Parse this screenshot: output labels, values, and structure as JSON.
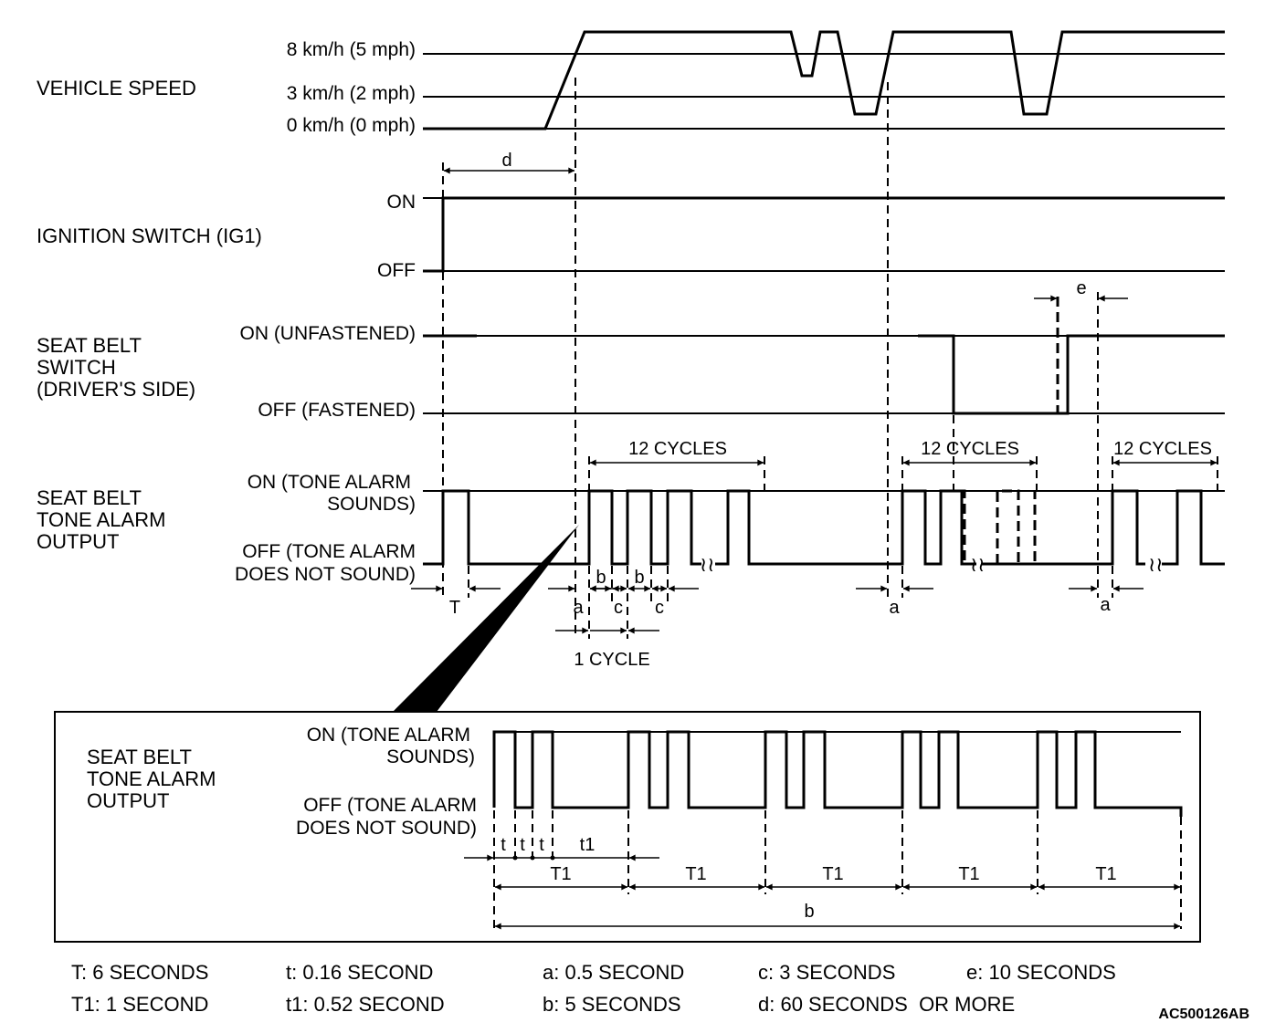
{
  "vehicle_speed": {
    "label": "VEHICLE SPEED",
    "levels": [
      "8 km/h (5 mph)",
      "3 km/h (2 mph)",
      "0 km/h (0 mph)"
    ]
  },
  "ignition": {
    "label": "IGNITION SWITCH (IG1)",
    "on": "ON",
    "off": "OFF"
  },
  "seat_belt_switch": {
    "label_lines": [
      "SEAT BELT",
      "SWITCH",
      "(DRIVER'S SIDE)"
    ],
    "on": "ON (UNFASTENED)",
    "off": "OFF (FASTENED)"
  },
  "tone_alarm": {
    "label_lines": [
      "SEAT BELT",
      "TONE ALARM",
      "OUTPUT"
    ],
    "on_lines": [
      "ON (TONE ALARM",
      "SOUNDS)"
    ],
    "off_lines": [
      "OFF (TONE ALARM",
      "DOES NOT SOUND)"
    ]
  },
  "annotations": {
    "d": "d",
    "e": "e",
    "T": "T",
    "a": "a",
    "b": "b",
    "c": "c",
    "cycles_12": "12 CYCLES",
    "one_cycle": "1 CYCLE"
  },
  "detail": {
    "label_lines": [
      "SEAT BELT",
      "TONE ALARM",
      "OUTPUT"
    ],
    "on_lines": [
      "ON (TONE ALARM",
      "SOUNDS)"
    ],
    "off_lines": [
      "OFF (TONE ALARM",
      "DOES NOT SOUND)"
    ],
    "t": "t",
    "t1": "t1",
    "T1": "T1",
    "b": "b"
  },
  "legend": {
    "row1": [
      "T: 6 SECONDS",
      "t: 0.16 SECOND",
      "a: 0.5 SECOND",
      "c: 3 SECONDS",
      "e: 10 SECONDS"
    ],
    "row2": [
      "T1: 1 SECOND",
      "t1: 0.52 SECOND",
      "b: 5 SECONDS",
      "d: 60 SECONDS  OR MORE"
    ]
  },
  "figure_code": "AC500126AB"
}
